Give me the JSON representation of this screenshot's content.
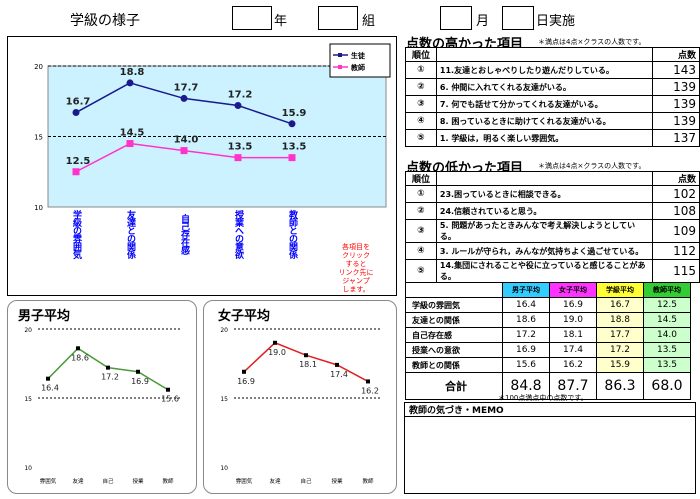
{
  "header": {
    "title": "学級の様子",
    "year_label": "年",
    "class_label": "組",
    "month_label": "月",
    "day_label": "日実施"
  },
  "main_chart": {
    "legend": {
      "student": "生徒",
      "teacher": "教師"
    },
    "categories": [
      "学級の雰囲気",
      "友達との関係",
      "自己存在感",
      "授業への意欲",
      "教師との関係"
    ],
    "ylim": [
      10,
      20
    ],
    "yticks": [
      "20",
      "15",
      "10"
    ],
    "series": [
      {
        "name": "生徒",
        "values": [
          16.7,
          18.8,
          17.7,
          17.2,
          15.9
        ],
        "labels": [
          "16.7",
          "18.8",
          "17.7",
          "17.2",
          "15.9"
        ],
        "color": "#1a1a8c"
      },
      {
        "name": "教師",
        "values": [
          12.5,
          14.5,
          14.0,
          13.5,
          13.5
        ],
        "labels": [
          "12.5",
          "14.5",
          "14.0",
          "13.5",
          "13.5"
        ],
        "color": "#ff33cc"
      }
    ],
    "link_note": "各項目をクリックするとリンク先にジャンプします。"
  },
  "boys_chart": {
    "title": "男子平均",
    "categories": [
      "雰囲気",
      "友達",
      "自己",
      "授業",
      "教師"
    ],
    "yticks": [
      "20",
      "15",
      "10"
    ],
    "values": [
      16.4,
      18.6,
      17.2,
      16.9,
      15.6
    ],
    "labels": [
      "16.4",
      "18.6",
      "17.2",
      "16.9",
      "15.6"
    ],
    "color": "#4a9a3a"
  },
  "girls_chart": {
    "title": "女子平均",
    "categories": [
      "雰囲気",
      "友達",
      "自己",
      "授業",
      "教師"
    ],
    "yticks": [
      "20",
      "15",
      "10"
    ],
    "values": [
      16.9,
      19.0,
      18.1,
      17.4,
      16.2
    ],
    "labels": [
      "16.9",
      "19.0",
      "18.1",
      "17.4",
      "16.2"
    ],
    "color": "#e02020"
  },
  "high_items": {
    "heading": "点数の高かった項目",
    "note": "＊満点は4点×クラスの人数です。",
    "col_rank": "順位",
    "col_score": "点数",
    "rows": [
      {
        "rank": "①",
        "text": "11.友達とおしゃべりしたり遊んだりしている。",
        "score": "143"
      },
      {
        "rank": "②",
        "text": "6. 仲間に入れてくれる友達がいる。",
        "score": "139"
      },
      {
        "rank": "③",
        "text": "7. 何でも話せて分かってくれる友達がいる。",
        "score": "139"
      },
      {
        "rank": "④",
        "text": "8. 困っているときに助けてくれる友達がいる。",
        "score": "139"
      },
      {
        "rank": "⑤",
        "text": "1. 学級は，明るく楽しい雰囲気。",
        "score": "137"
      }
    ]
  },
  "low_items": {
    "heading": "点数の低かった項目",
    "note": "＊満点は4点×クラスの人数です。",
    "col_rank": "順位",
    "col_score": "点数",
    "rows": [
      {
        "rank": "①",
        "text": "23.困っているときに相談できる。",
        "score": "102"
      },
      {
        "rank": "②",
        "text": "24.信頼されていると思う。",
        "score": "108"
      },
      {
        "rank": "③",
        "text": "5. 問題があったときみんなで考え解決しようとしている。",
        "score": "109"
      },
      {
        "rank": "④",
        "text": "3. ルールが守られ，みんなが気持ちよく過ごせている。",
        "score": "112"
      },
      {
        "rank": "⑤",
        "text": "14.集団にされることや役に立っていると感じることがある。",
        "score": "115"
      }
    ]
  },
  "avg_table": {
    "headers": [
      {
        "label": "男子平均",
        "color": "#33ccff"
      },
      {
        "label": "女子平均",
        "color": "#ff33ff"
      },
      {
        "label": "学級平均",
        "color": "#ffff33"
      },
      {
        "label": "教師平均",
        "color": "#33cc33"
      }
    ],
    "rows": [
      {
        "label": "学級の雰囲気",
        "values": [
          "16.4",
          "16.9",
          "16.7",
          "12.5"
        ]
      },
      {
        "label": "友達との関係",
        "values": [
          "18.6",
          "19.0",
          "18.8",
          "14.5"
        ]
      },
      {
        "label": "自己存在感",
        "values": [
          "17.2",
          "18.1",
          "17.7",
          "14.0"
        ]
      },
      {
        "label": "授業への意欲",
        "values": [
          "16.9",
          "17.4",
          "17.2",
          "13.5"
        ]
      },
      {
        "label": "教師との関係",
        "values": [
          "15.6",
          "16.2",
          "15.9",
          "13.5"
        ]
      }
    ],
    "total_label": "合計",
    "totals": [
      "84.8",
      "87.7",
      "86.3",
      "68.0"
    ],
    "note": "＊100点満点中の点数です。"
  },
  "memo": {
    "title": "教師の気づき・MEMO"
  }
}
